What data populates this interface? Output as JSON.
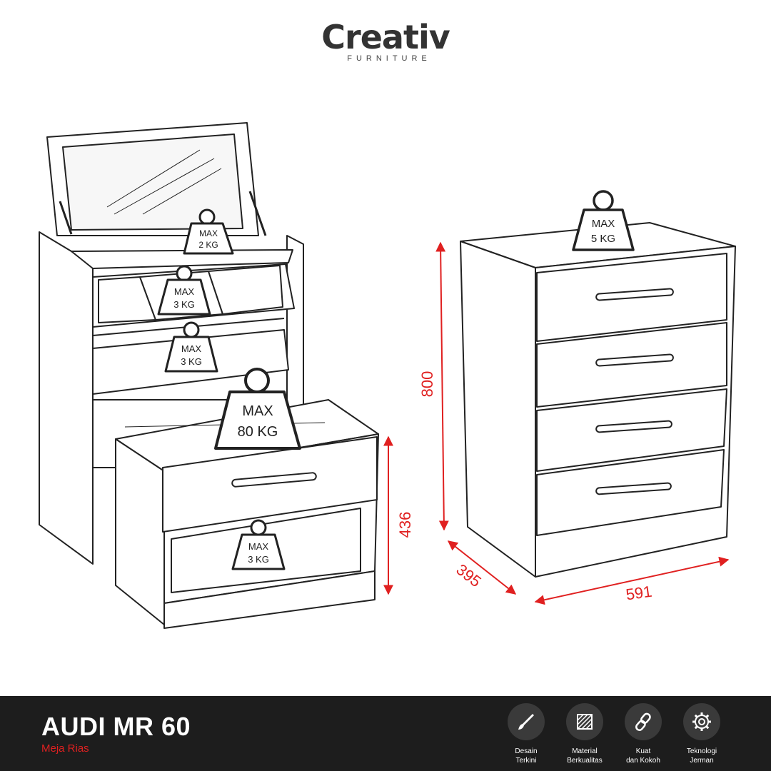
{
  "brand": {
    "name": "Creativ",
    "tagline": "FURNITURE"
  },
  "weights": {
    "mirror_shelf": [
      "MAX",
      "2 KG"
    ],
    "tray_compartments": [
      "MAX",
      "3 KG"
    ],
    "vanity_drawer": [
      "MAX",
      "3 KG"
    ],
    "stool_top": [
      "MAX",
      "80 KG"
    ],
    "stool_drawer": [
      "MAX",
      "3 KG"
    ],
    "chest_top": [
      "MAX",
      "5 KG"
    ]
  },
  "dimensions": {
    "stool_height": "436",
    "height": "800",
    "depth": "395",
    "width": "591"
  },
  "colors": {
    "accent": "#e02020",
    "footer_bg": "#1d1d1d",
    "outline": "#222222"
  },
  "product": {
    "name": "AUDI MR 60",
    "subtitle": "Meja Rias"
  },
  "features": [
    {
      "icon": "brush-icon",
      "label": "Desain\nTerkini"
    },
    {
      "icon": "material-icon",
      "label": "Material\nBerkualitas"
    },
    {
      "icon": "chain-link-icon",
      "label": "Kuat\ndan Kokoh"
    },
    {
      "icon": "gear-icon",
      "label": "Teknologi\nJerman"
    }
  ]
}
